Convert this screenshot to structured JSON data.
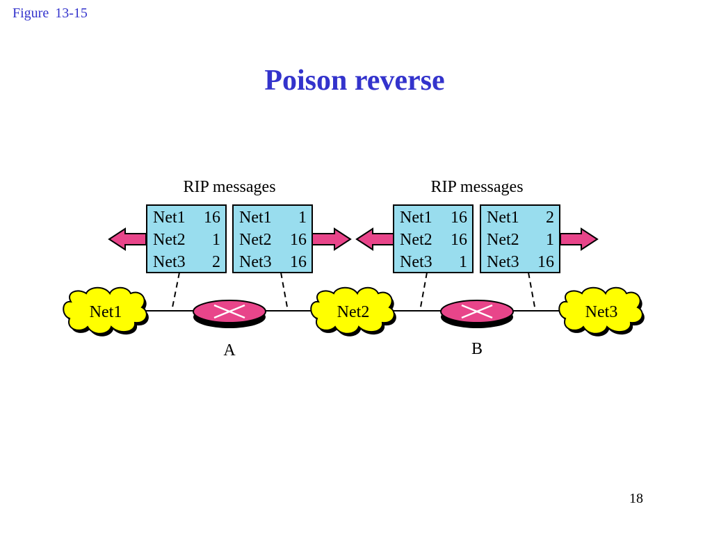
{
  "figure_label": "Figure  13-15",
  "title": "Poison reverse",
  "page_number": "18",
  "colors": {
    "title": "#3333cc",
    "table_fill": "#99ddee",
    "arrow_fill": "#e8458a",
    "router_fill": "#e8458a",
    "cloud_fill": "#ffff00"
  },
  "groups": [
    {
      "label": "RIP messages"
    },
    {
      "label": "RIP messages"
    }
  ],
  "tables": [
    {
      "rows": [
        {
          "net": "Net1",
          "hops": "16"
        },
        {
          "net": "Net2",
          "hops": "1"
        },
        {
          "net": "Net3",
          "hops": "2"
        }
      ]
    },
    {
      "rows": [
        {
          "net": "Net1",
          "hops": "1"
        },
        {
          "net": "Net2",
          "hops": "16"
        },
        {
          "net": "Net3",
          "hops": "16"
        }
      ]
    },
    {
      "rows": [
        {
          "net": "Net1",
          "hops": "16"
        },
        {
          "net": "Net2",
          "hops": "16"
        },
        {
          "net": "Net3",
          "hops": "1"
        }
      ]
    },
    {
      "rows": [
        {
          "net": "Net1",
          "hops": "2"
        },
        {
          "net": "Net2",
          "hops": "1"
        },
        {
          "net": "Net3",
          "hops": "16"
        }
      ]
    }
  ],
  "clouds": [
    {
      "label": "Net1"
    },
    {
      "label": "Net2"
    },
    {
      "label": "Net3"
    }
  ],
  "routers": [
    {
      "label": "A"
    },
    {
      "label": "B"
    }
  ]
}
